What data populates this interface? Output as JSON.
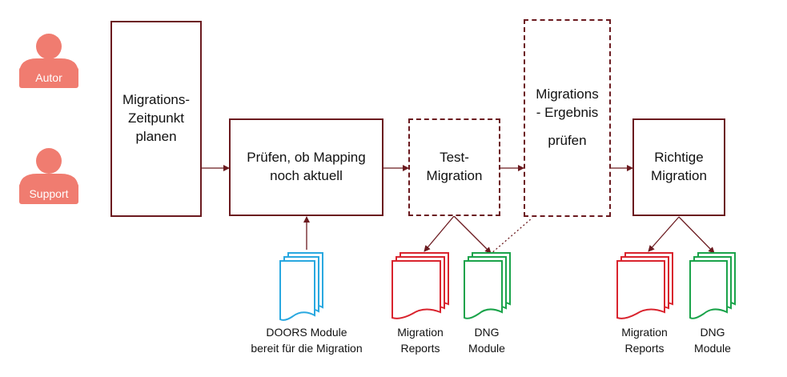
{
  "roles": [
    {
      "label": "Autor"
    },
    {
      "label": "Support"
    }
  ],
  "steps": {
    "plan": [
      "Migrations-",
      "Zeitpunkt",
      "planen"
    ],
    "check": [
      "Prüfen, ob Mapping",
      "noch aktuell"
    ],
    "test": [
      "Test-",
      "Migration"
    ],
    "result": [
      "Migrations",
      "- Ergebnis",
      "prüfen"
    ],
    "final": [
      "Richtige",
      "Migration"
    ]
  },
  "documents": {
    "doors": [
      "DOORS Module",
      "bereit für die Migration"
    ],
    "test_reports": [
      "Migration",
      "Reports"
    ],
    "test_dng": [
      "DNG",
      "Module"
    ],
    "final_reports": [
      "Migration",
      "Reports"
    ],
    "final_dng": [
      "DNG",
      "Module"
    ]
  },
  "colors": {
    "arrow": "#6b1a1f",
    "person": "#f07c70",
    "doors_doc": "#29a8e0",
    "reports_doc": "#d9232d",
    "dng_doc": "#1aa34a"
  },
  "icons": [
    "person-icon",
    "document-stack-icon"
  ]
}
